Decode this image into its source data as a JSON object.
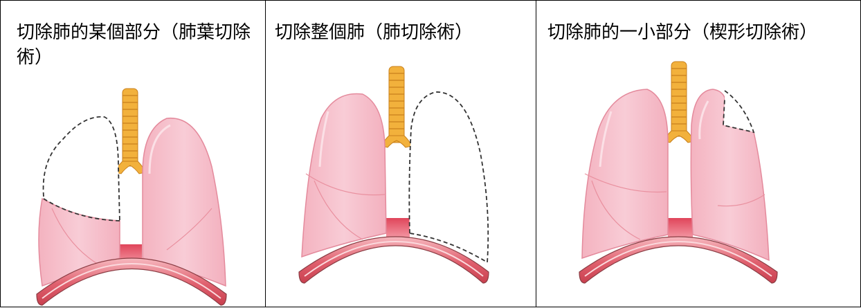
{
  "panels": [
    {
      "caption": "切除肺的某個部分（肺葉切除術）"
    },
    {
      "caption": "切除整個肺（肺切除術）"
    },
    {
      "caption": "切除肺的一小部分（楔形切除術）"
    }
  ],
  "colors": {
    "lung_fill": "#f6c0cc",
    "lung_stroke": "#e48a9c",
    "lung_highlight": "#fbe0e6",
    "trachea": "#f2b13c",
    "trachea_stroke": "#c8801c",
    "diaphragm": "#d9505e",
    "diaphragm_light": "#f2a6ae",
    "dashed": "#333333"
  }
}
